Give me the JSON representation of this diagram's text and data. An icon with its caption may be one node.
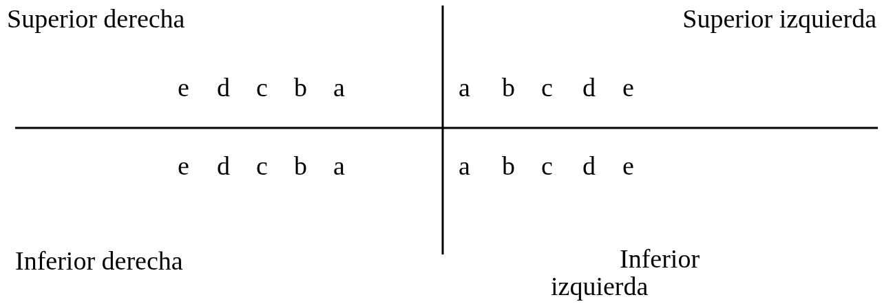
{
  "diagram": {
    "labels": [
      "Superior derecha",
      "Superior izquierda",
      "e",
      "d",
      "c",
      "b",
      "a",
      "a",
      "b",
      "c",
      "d",
      "e",
      "e",
      "d",
      "c",
      "b",
      "a",
      "a",
      "b",
      "c",
      "d",
      "e",
      "Inferior derecha",
      "Inferior izquierda"
    ]
  }
}
